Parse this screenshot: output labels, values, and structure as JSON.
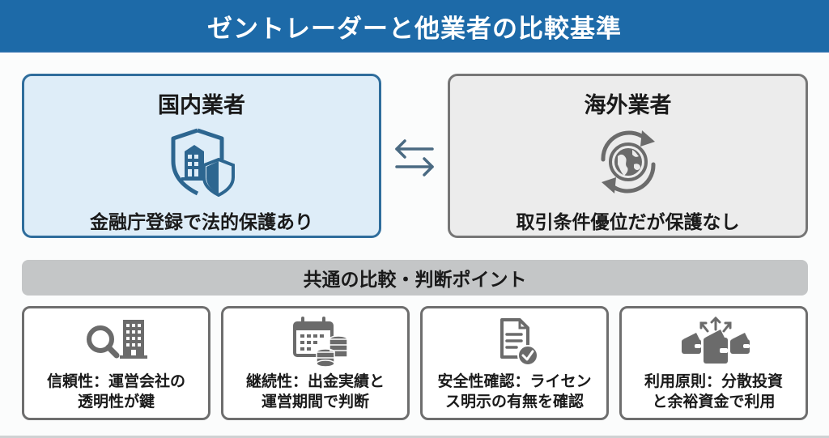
{
  "header": {
    "title": "ゼントレーダーと他業者の比較基準"
  },
  "colors": {
    "header_bg": "#1d6aa8",
    "domestic_border": "#2f6d9c",
    "domestic_bg": "#deedf8",
    "overseas_border": "#767676",
    "overseas_bg": "#ececec",
    "icon_gray": "#6b6b6b",
    "icon_blue": "#2d6690"
  },
  "panels": {
    "domestic": {
      "title": "国内業者",
      "icon": "shield-building-icon",
      "description": "金融庁登録で法的保護あり"
    },
    "overseas": {
      "title": "海外業者",
      "icon": "globe-cycle-icon",
      "description": "取引条件優位だが保護なし"
    },
    "connector_icon": "swap-arrows-icon"
  },
  "common": {
    "title": "共通の比較・判断ポイント",
    "cards": [
      {
        "icon": "search-building-icon",
        "line1": "信頼性：運営会社の",
        "line2": "透明性が鍵"
      },
      {
        "icon": "calendar-coins-icon",
        "line1": "継続性：出金実績と",
        "line2": "運営期間で判断"
      },
      {
        "icon": "document-check-icon",
        "line1": "安全性確認：ライセン",
        "line2": "ス明示の有無を確認"
      },
      {
        "icon": "wallets-diversify-icon",
        "line1": "利用原則：分散投資",
        "line2": "と余裕資金で利用"
      }
    ]
  }
}
